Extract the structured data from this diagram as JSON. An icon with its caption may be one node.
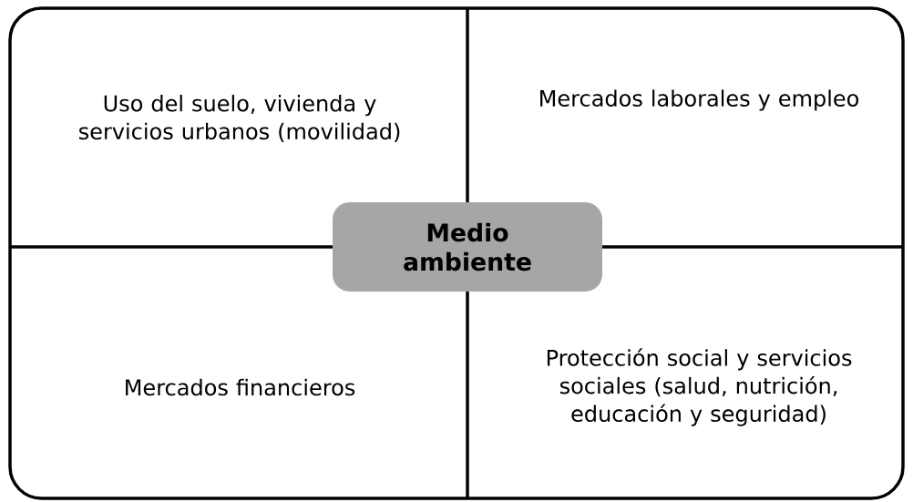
{
  "diagram": {
    "nodes": [
      {
        "text": [],
        "shape": "box"
      },
      {
        "text": [
          "Medio ambiente"
        ],
        "in": 0
      }
    ],
    "labels": [
      "Uso del suelo, vivienda y servicios urbanos (movilidad)",
      "Mercados laborales y empleo",
      "Mercados financieros",
      "Protección social y servicios sociales (salud, nutrición, educación y seguridad)"
    ]
  }
}
